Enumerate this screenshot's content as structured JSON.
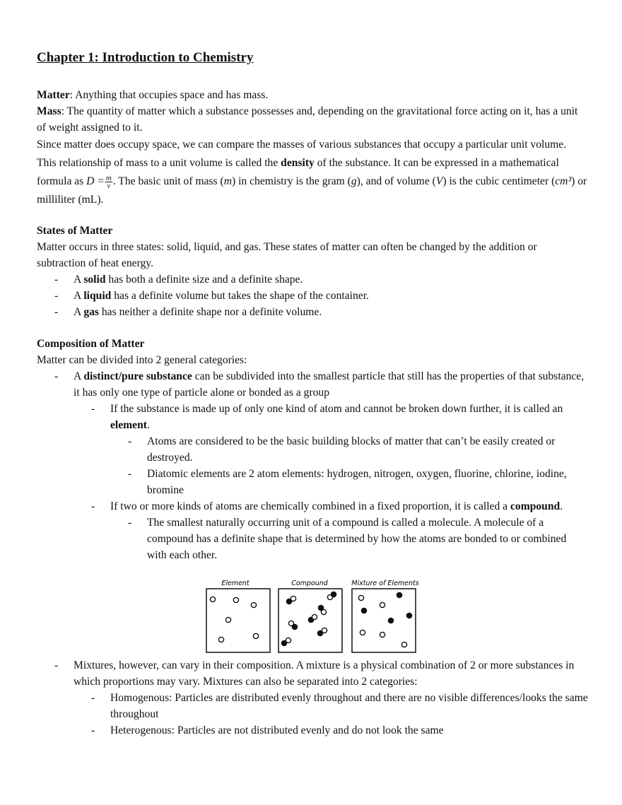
{
  "title": "Chapter 1: Introduction to Chemistry",
  "intro": {
    "matter_term": "Matter",
    "matter_def": ": Anything that occupies space and has mass.",
    "mass_term": "Mass",
    "mass_def": ": The quantity of matter which a substance possesses and, depending on the gravitational force acting on it, has a unit of weight assigned to it.",
    "density_pre": "Since matter does occupy space, we can compare the masses of various substances that occupy a particular unit volume. This relationship of mass to a unit volume is called the ",
    "density_term": "density",
    "density_post": " of the substance. It can be expressed in a mathematical formula as ",
    "formula_lhs": "D =",
    "formula_num": "m",
    "formula_den": "v",
    "units_a": ". The basic unit of mass (",
    "var_m": "m",
    "units_b": ") in chemistry is the gram (",
    "var_g": "g",
    "units_c": "), and of volume (",
    "var_v": "V",
    "units_d": ") is the cubic centimeter (",
    "var_cm3": "cm³",
    "units_e": ") or milliliter (mL)."
  },
  "states": {
    "heading": "States of Matter",
    "intro": "Matter occurs in three states: solid, liquid, and gas. These states of matter can often be changed by the addition or subtraction of heat energy.",
    "items": [
      {
        "pre": "A ",
        "term": "solid",
        "post": " has both a definite size and a definite shape."
      },
      {
        "pre": "A ",
        "term": "liquid",
        "post": " has a definite volume but takes the shape of the container."
      },
      {
        "pre": "A ",
        "term": "gas",
        "post": " has neither a definite shape nor a definite volume."
      }
    ]
  },
  "composition": {
    "heading": "Composition of Matter",
    "intro": "Matter can be divided into 2 general categories:",
    "pure": {
      "pre": "A ",
      "term": "distinct/pure substance",
      "post": " can be subdivided into the smallest particle that still has the properties of that substance, it has only one type of particle alone or bonded as a group",
      "element_pre": "If the substance is made up of only one kind of atom and cannot be broken down further, it is called an ",
      "element_term": "element",
      "element_post": ".",
      "element_sub": [
        "Atoms are considered to be the basic building blocks of matter that can’t be easily created or destroyed.",
        "Diatomic elements are 2 atom elements: hydrogen, nitrogen, oxygen, fluorine, chlorine, iodine, bromine"
      ],
      "compound_pre": "If two or more kinds of atoms are chemically combined in a fixed proportion, it is called a ",
      "compound_term": "compound",
      "compound_post": ".",
      "compound_sub": [
        "The smallest naturally occurring unit of a compound is called a molecule. A molecule of a compound has a definite shape that is determined by how the atoms are bonded to or combined with each other."
      ]
    },
    "figure": {
      "labels": [
        "Element",
        "Compound",
        "Mixture of Elements"
      ]
    },
    "mixtures": {
      "text": "Mixtures, however, can vary in their composition. A mixture is a physical combination of 2 or more substances in which proportions may vary. Mixtures can also be separated into 2 categories:",
      "sub": [
        "Homogenous: Particles are distributed evenly throughout and there are no visible differences/looks the same throughout",
        "Heterogenous: Particles are not distributed evenly and do not look the same"
      ]
    }
  }
}
